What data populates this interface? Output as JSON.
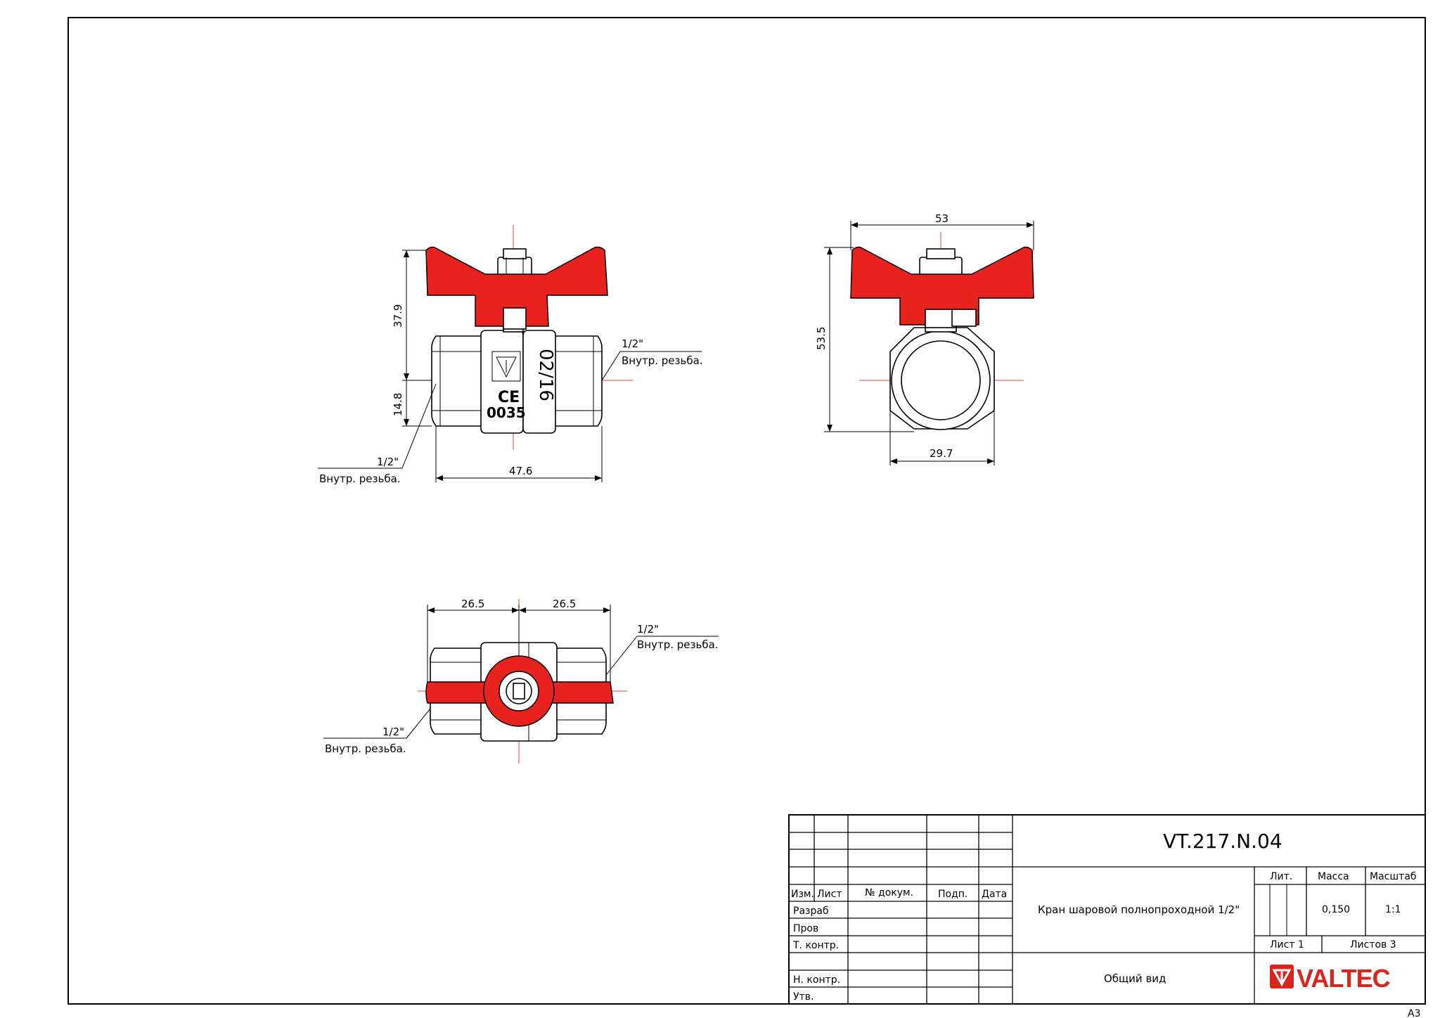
{
  "views": {
    "front": {
      "dim_height_top": "37.9",
      "dim_height_bottom": "14.8",
      "dim_width": "47.6",
      "mark_code": "02/16",
      "mark_ce": "CE",
      "mark_number": "0035",
      "thread_right_size": "1/2\"",
      "thread_right_text": "Внутр. резьба.",
      "thread_left_size": "1/2\"",
      "thread_left_text": "Внутр. резьба."
    },
    "side": {
      "dim_width_top": "53",
      "dim_height": "53.5",
      "dim_width_bottom": "29.7"
    },
    "top": {
      "dim_left": "26.5",
      "dim_right": "26.5",
      "thread_right_size": "1/2\"",
      "thread_right_text": "Внутр. резьба.",
      "thread_left_size": "1/2\"",
      "thread_left_text": "Внутр. резьба."
    }
  },
  "title_block": {
    "designation": "VT.217.N.04",
    "name": "Кран шаровой полнопроходной 1/2\"",
    "view_type": "Общий вид",
    "headers": {
      "izm": "Изм.",
      "list": "Лист",
      "doc_no": "№ докум.",
      "sign": "Подп.",
      "date": "Дата",
      "lit": "Лит.",
      "mass": "Масса",
      "scale": "Масштаб"
    },
    "roles": [
      "Разраб",
      "Пров",
      "Т. контр.",
      "",
      "Н. контр.",
      "Утв."
    ],
    "mass_value": "0,150",
    "scale_value": "1:1",
    "sheet": "Лист 1",
    "sheets": "Листов 3",
    "brand": "VALTEC",
    "format": "А3"
  },
  "colors": {
    "handle": "#e8231f",
    "axis": "#e53b3b",
    "brand_red": "#d7261e",
    "brand_gray": "#a7a9ac"
  }
}
